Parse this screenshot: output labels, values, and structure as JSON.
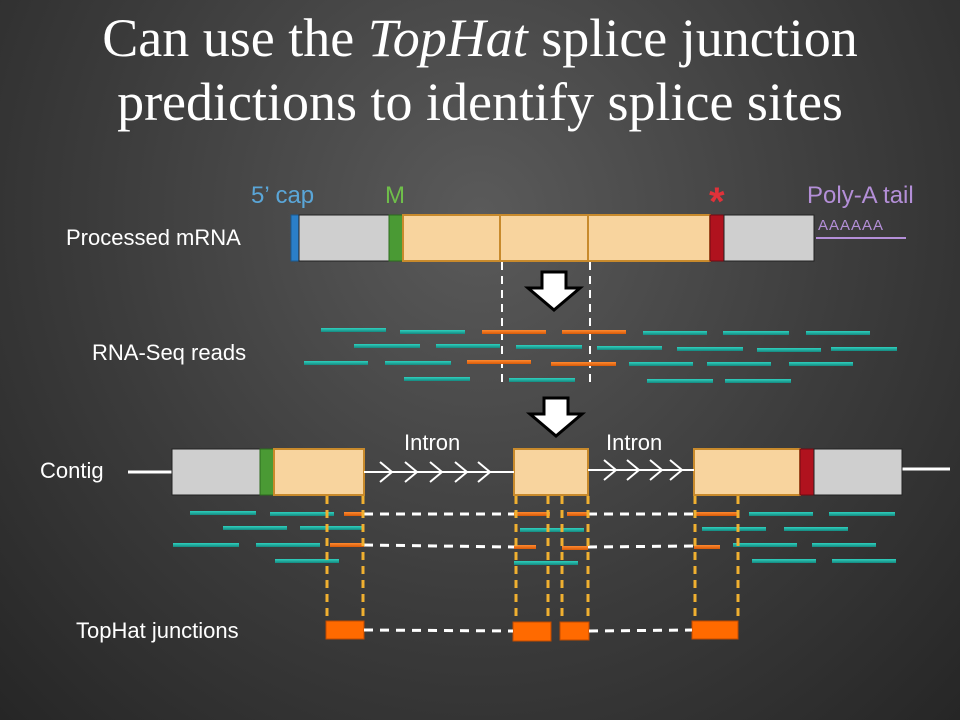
{
  "title": {
    "prefix": "Can use the ",
    "emphasis": "TopHat",
    "suffix": " splice junction predictions to identify splice sites"
  },
  "labels": {
    "processed_mrna": "Processed mRNA",
    "five_prime_cap": "5’ cap",
    "start_codon": "M",
    "stop_marker": "*",
    "poly_a_tail": "Poly-A tail",
    "poly_a_seq": "AAAAAA",
    "rna_seq_reads": "RNA-Seq reads",
    "contig": "Contig",
    "intron_1": "Intron",
    "intron_2": "Intron",
    "tophat_junctions": "TopHat junctions"
  },
  "colors": {
    "utr": "#cfcfcf",
    "exon": "#f8d49e",
    "exon_border": "#c88a2c",
    "cap": "#2a7fc8",
    "start": "#4a9a34",
    "stop": "#b0121e",
    "read": "#1aa89a",
    "junction_read": "#f07018",
    "junction_box": "#ff6a00",
    "dashed_orange": "#f0b030",
    "poly_a": "#b48fd8"
  }
}
